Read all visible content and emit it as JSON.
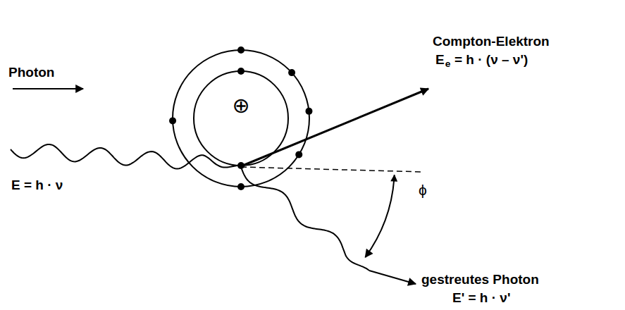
{
  "diagram": {
    "labels": [
      "Photon",
      "E = h · ν",
      "Compton-Elektron",
      "E",
      "e",
      "= h · (ν – ν')",
      "gestreutes Photon",
      "E' = h · ν'",
      "ϕ",
      "⊕"
    ]
  }
}
